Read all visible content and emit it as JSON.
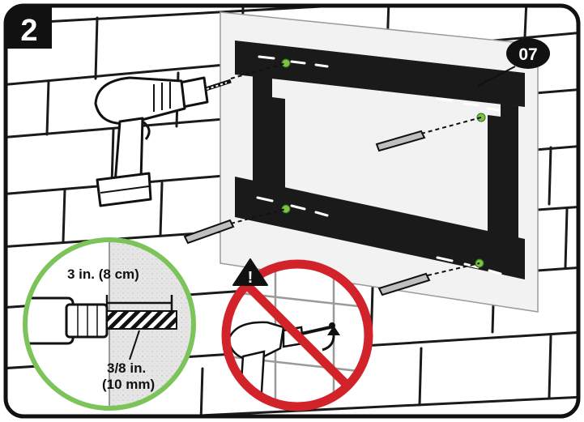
{
  "step": {
    "number": "2"
  },
  "part": {
    "label": "07"
  },
  "drill_detail": {
    "depth_text": "3 in. (8 cm)",
    "diameter_line1": "3/8 in.",
    "diameter_line2": "(10 mm)"
  },
  "warning": {
    "symbol": "!"
  },
  "colors": {
    "frame_border": "#111111",
    "detail_circle": "#7cc35a",
    "prohibition": "#d2232a",
    "anchor_screw": "#7dc242",
    "template_paper": "#f2f2f2",
    "bracket": "#1a1a1a",
    "badge": "#111111"
  },
  "icons": [
    "drill-icon",
    "warning-triangle-icon",
    "prohibition-sign-icon",
    "wall-anchor-icon",
    "rotation-arrow-icon"
  ]
}
